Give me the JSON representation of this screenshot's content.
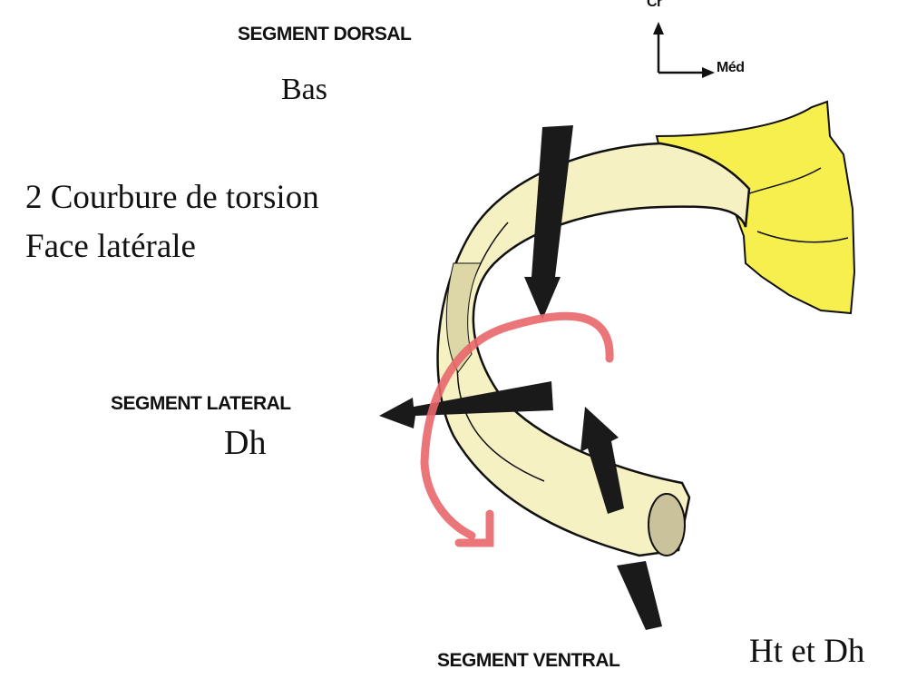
{
  "labels": {
    "segment_dorsal": "SEGMENT DORSAL",
    "segment_lateral": "SEGMENT LATERAL",
    "segment_ventral": "SEGMENT VENTRAL",
    "axis_cranial": "Cr",
    "axis_medial": "Méd",
    "bas": "Bas",
    "courbure": "2 Courbure de torsion",
    "face": "Face latérale",
    "dh_lateral": "Dh",
    "ht_dh": "Ht et Dh"
  },
  "colors": {
    "rib_fill": "#f6f1c3",
    "vertebra_fill": "#f7ef4e",
    "arrow_fill": "#1a1a1a",
    "torsion_stroke": "#e8676c",
    "outline": "#111111"
  },
  "icons": {
    "axis": "cranial-medial-axes-icon",
    "torsion": "curved-rotation-arrow-icon"
  }
}
